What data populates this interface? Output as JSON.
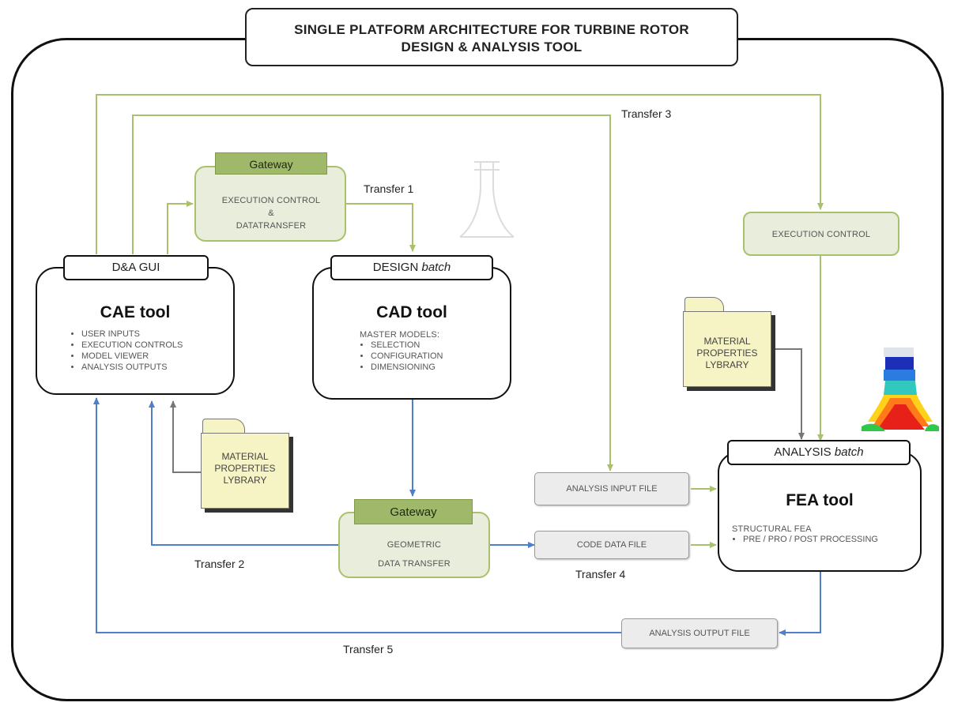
{
  "title": {
    "line1": "SINGLE PLATFORM  ARCHITECTURE FOR TURBINE ROTOR",
    "line2": "DESIGN & ANALYSIS TOOL"
  },
  "gateway_top": {
    "tab": "Gateway",
    "line1": "EXECUTION CONTROL",
    "line2": "&",
    "line3": "DATATRANSFER"
  },
  "gateway_bottom": {
    "tab": "Gateway",
    "line1": "GEOMETRIC",
    "line2": "DATA TRANSFER"
  },
  "cae": {
    "tab": "D&A GUI",
    "title": "CAE tool",
    "items": [
      "USER INPUTS",
      "EXECUTION CONTROLS",
      "MODEL VIEWER",
      "ANALYSIS OUTPUTS"
    ]
  },
  "cad": {
    "tab_main": "DESIGN",
    "tab_italic": "batch",
    "title": "CAD tool",
    "heading": "MASTER MODELS:",
    "items": [
      "SELECTION",
      "CONFIGURATION",
      "DIMENSIONING"
    ]
  },
  "fea": {
    "tab_main": "ANALYSIS",
    "tab_italic": "batch",
    "title": "FEA tool",
    "heading": "STRUCTURAL FEA",
    "items": [
      "PRE / PRO / POST PROCESSING"
    ]
  },
  "execution_control": "EXECUTION CONTROL",
  "material_library_left": {
    "line1": "MATERIAL",
    "line2": "PROPERTIES",
    "line3": "LYBRARY"
  },
  "material_library_right": {
    "line1": "MATERIAL",
    "line2": "PROPERTIES",
    "line3": "LYBRARY"
  },
  "files": {
    "analysis_input": "ANALYSIS INPUT FILE",
    "code_data": "CODE DATA FILE",
    "analysis_output": "ANALYSIS OUTPUT FILE"
  },
  "transfers": {
    "t1": "Transfer 1",
    "t2": "Transfer 2",
    "t3": "Transfer 3",
    "t4": "Transfer 4",
    "t5": "Transfer 5"
  },
  "colors": {
    "green_wire": "#a9c16c",
    "blue_wire": "#4f7fc8",
    "gray_wire": "#777777"
  }
}
